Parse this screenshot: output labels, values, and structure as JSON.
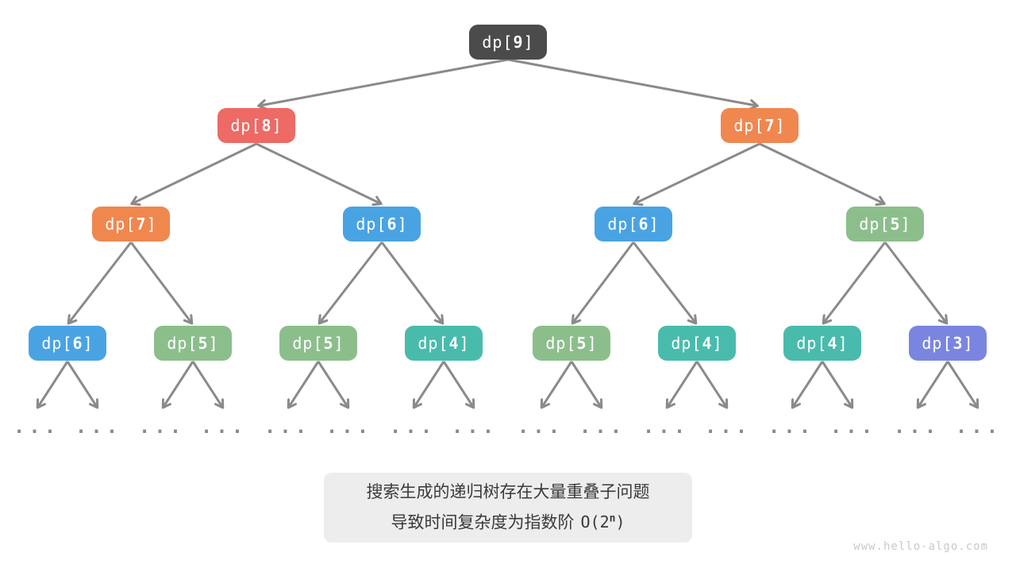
{
  "palette": {
    "dark": "#4B4B4B",
    "red": "#ED6A65",
    "orange": "#F0874F",
    "blue": "#49A3E3",
    "green": "#8CBE8C",
    "teal": "#49BBAC",
    "purple": "#7A85DF",
    "edge_gray": "#8A8A8A",
    "caption_bg": "#EDEDED",
    "caption_text": "#3A3A3A",
    "watermark_gray": "#C9C9C9"
  },
  "tree": {
    "label_prefix": "dp[",
    "label_suffix": "]",
    "ellipsis": "...",
    "nodes": [
      {
        "label": "dp[9]",
        "num": "9",
        "color": "dark",
        "level": 1
      },
      {
        "label": "dp[8]",
        "num": "8",
        "color": "red",
        "level": 2
      },
      {
        "label": "dp[7]",
        "num": "7",
        "color": "orange",
        "level": 2
      },
      {
        "label": "dp[7]",
        "num": "7",
        "color": "orange",
        "level": 3
      },
      {
        "label": "dp[6]",
        "num": "6",
        "color": "blue",
        "level": 3
      },
      {
        "label": "dp[6]",
        "num": "6",
        "color": "blue",
        "level": 3
      },
      {
        "label": "dp[5]",
        "num": "5",
        "color": "green",
        "level": 3
      },
      {
        "label": "dp[6]",
        "num": "6",
        "color": "blue",
        "level": 4
      },
      {
        "label": "dp[5]",
        "num": "5",
        "color": "green",
        "level": 4
      },
      {
        "label": "dp[5]",
        "num": "5",
        "color": "green",
        "level": 4
      },
      {
        "label": "dp[4]",
        "num": "4",
        "color": "teal",
        "level": 4
      },
      {
        "label": "dp[5]",
        "num": "5",
        "color": "green",
        "level": 4
      },
      {
        "label": "dp[4]",
        "num": "4",
        "color": "teal",
        "level": 4
      },
      {
        "label": "dp[4]",
        "num": "4",
        "color": "teal",
        "level": 4
      },
      {
        "label": "dp[3]",
        "num": "3",
        "color": "purple",
        "level": 4
      }
    ]
  },
  "caption": {
    "line1": "搜索生成的递归树存在大量重叠子问题",
    "line2": "导致时间复杂度为指数阶",
    "formula_prefix": "O(2",
    "formula_sup": "n",
    "formula_suffix": ")"
  },
  "watermark": "www.hello-algo.com"
}
